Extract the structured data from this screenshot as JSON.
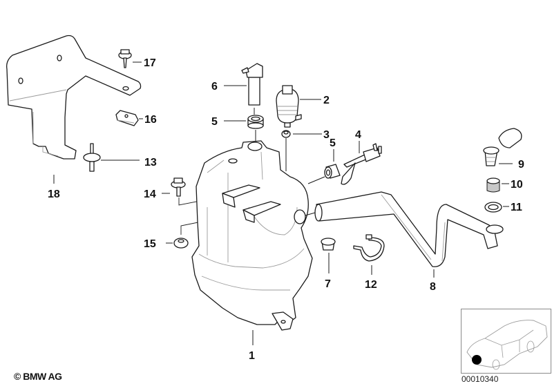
{
  "diagram": {
    "title": "Windscreen washer reservoir parts diagram",
    "parts": [
      {
        "number": "1",
        "name": "washer fluid reservoir"
      },
      {
        "number": "2",
        "name": "washer pump"
      },
      {
        "number": "3",
        "name": "grommet"
      },
      {
        "number": "4",
        "name": "level sensor / connector"
      },
      {
        "number": "5",
        "name": "rubber grommet"
      },
      {
        "number": "6",
        "name": "fluid level sensor"
      },
      {
        "number": "7",
        "name": "rubber grommet"
      },
      {
        "number": "8",
        "name": "filler pipe"
      },
      {
        "number": "9",
        "name": "filler cap with strainer"
      },
      {
        "number": "10",
        "name": "filter insert"
      },
      {
        "number": "11",
        "name": "seal ring"
      },
      {
        "number": "12",
        "name": "hose clamp"
      },
      {
        "number": "13",
        "name": "stud bolt with washer"
      },
      {
        "number": "14",
        "name": "hex bolt with washer"
      },
      {
        "number": "15",
        "name": "grommet nut"
      },
      {
        "number": "16",
        "name": "clip nut"
      },
      {
        "number": "17",
        "name": "hex screw with washer"
      },
      {
        "number": "18",
        "name": "holder bracket"
      }
    ],
    "labels": {
      "p1": "1",
      "p2": "2",
      "p3": "3",
      "p4": "4",
      "p5a": "5",
      "p5b": "5",
      "p6": "6",
      "p7": "7",
      "p8": "8",
      "p9": "9",
      "p10": "10",
      "p11": "11",
      "p12": "12",
      "p13": "13",
      "p14": "14",
      "p15": "15",
      "p16": "16",
      "p17": "17",
      "p18": "18"
    }
  },
  "footer": {
    "copyright": "© BMW AG",
    "diagram_code": "00010340"
  },
  "inset": {
    "description": "vehicle location overview",
    "marker": "front-left location dot"
  }
}
